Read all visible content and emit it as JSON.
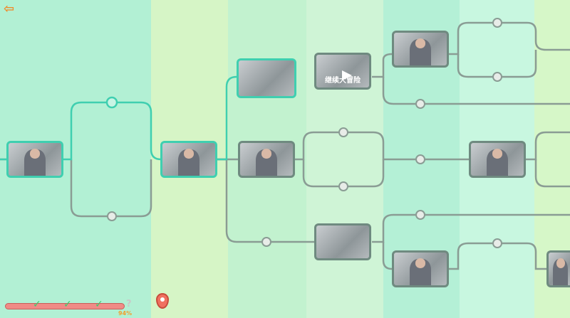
{
  "header": {
    "back_icon": "arrow-left-icon"
  },
  "nodes": [
    {
      "id": "n1",
      "active": true
    },
    {
      "id": "n2",
      "active": true
    },
    {
      "id": "n3",
      "active": true
    },
    {
      "id": "n4",
      "caption": "继续大冒险",
      "locked": true
    },
    {
      "id": "n5"
    },
    {
      "id": "n6"
    },
    {
      "id": "n7"
    },
    {
      "id": "n8"
    },
    {
      "id": "n9"
    },
    {
      "id": "n10"
    }
  ],
  "progress": {
    "value_percent": 94,
    "label": "94%",
    "checkpoints": 3,
    "end_marker": "?"
  },
  "map_pin_icon": "location-pin-icon",
  "colors": {
    "active_line": "#3fcfb0",
    "inactive_line": "#8a9c94",
    "progress_fill": "#f08b86"
  }
}
